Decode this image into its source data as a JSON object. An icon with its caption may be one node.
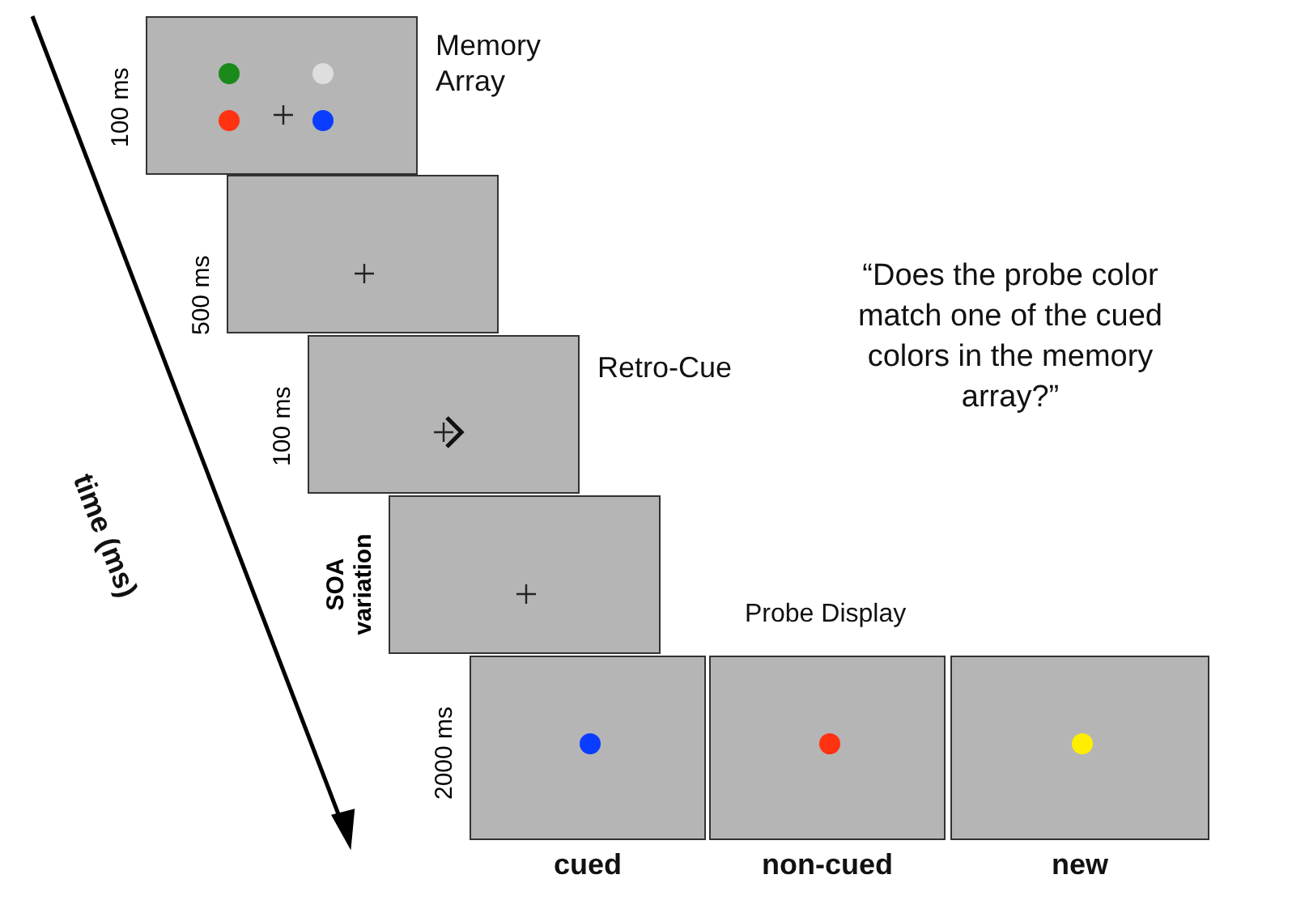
{
  "diagram": {
    "nodes": [
      {
        "text": [
          "Memory Array"
        ],
        "beside": [
          "100 ms"
        ]
      },
      {
        "text": [],
        "shape": "box",
        "beside": [
          "500 ms"
        ]
      },
      {
        "text": [
          "Retro-Cue"
        ],
        "beside": [
          "100 ms"
        ]
      },
      {
        "text": [],
        "shape": "box",
        "beside": [
          "SOA variation"
        ]
      },
      {
        "text": [],
        "shape": "box",
        "beside": [
          "2000 ms",
          "cued"
        ]
      },
      {
        "text": [],
        "shape": "box",
        "beside": [
          "non-cued"
        ]
      },
      {
        "text": [],
        "shape": "box",
        "beside": [
          "new"
        ]
      }
    ],
    "edges": [],
    "labels": [
      "time (ms)",
      "“Does the probe color match one of the cued colors in the memory array?”",
      "Probe Display"
    ]
  }
}
